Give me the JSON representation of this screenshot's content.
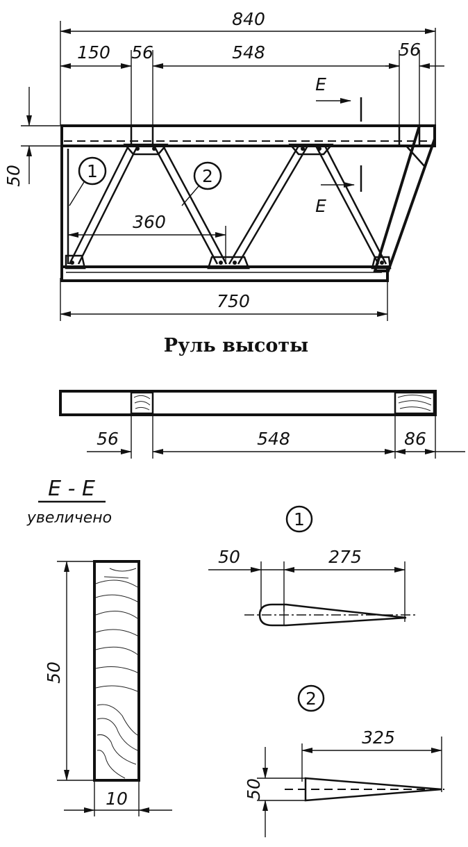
{
  "main_view": {
    "dims": {
      "overall": "840",
      "left_offset": "150",
      "left_spar": "56",
      "middle": "548",
      "right_spar": "56",
      "height": "50",
      "rib_spacing": "360",
      "bottom_length": "750"
    },
    "section_mark": "E",
    "callout_1": "1",
    "callout_2": "2"
  },
  "caption": "Руль высоты",
  "side_view": {
    "dims": {
      "left": "56",
      "middle": "548",
      "right": "86"
    }
  },
  "section": {
    "title": "E - E",
    "note": "увеличено",
    "height": "50",
    "width": "10"
  },
  "detail_1": {
    "callout": "1",
    "dim_a": "50",
    "dim_b": "275"
  },
  "detail_2": {
    "callout": "2",
    "dim_a": "50",
    "dim_b": "325"
  }
}
